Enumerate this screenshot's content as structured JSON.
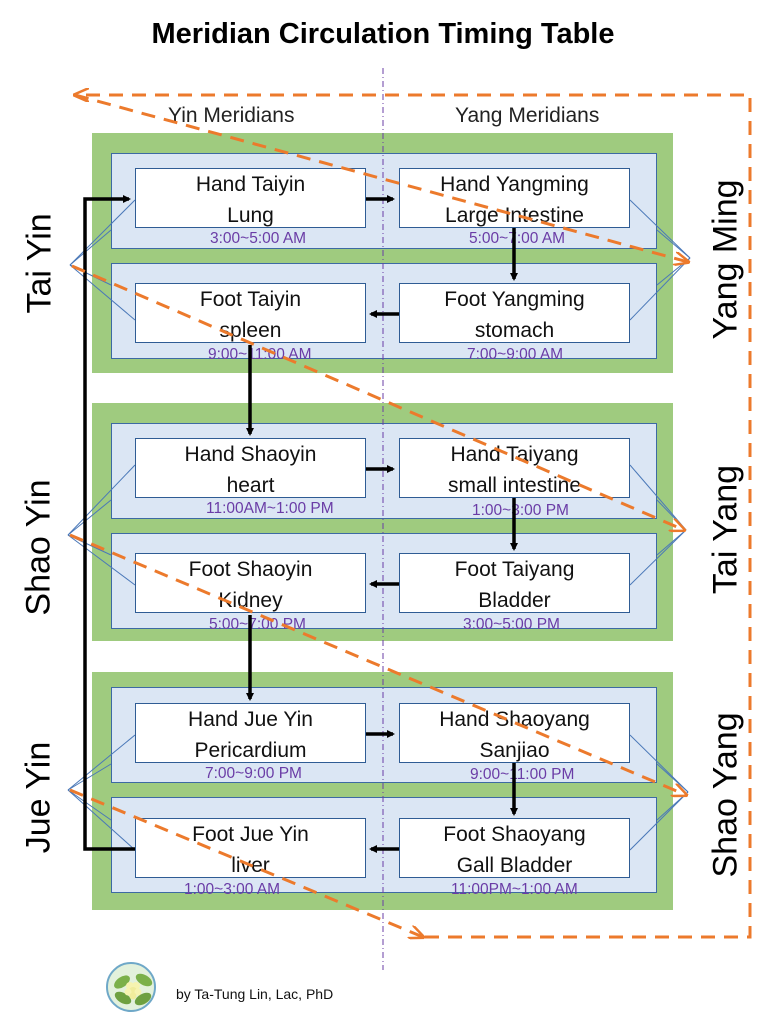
{
  "title": "Meridian Circulation Timing Table",
  "columns": {
    "yin": "Yin Meridians",
    "yang": "Yang Meridians"
  },
  "side_labels": {
    "left": [
      "Tai Yin",
      "Shao Yin",
      "Jue Yin"
    ],
    "right": [
      "Yang Ming",
      "Tai Yang",
      "Shao Yang"
    ]
  },
  "meridians": [
    {
      "line1": "Hand Taiyin",
      "line2": "Lung",
      "time": "3:00~5:00 AM"
    },
    {
      "line1": "Hand Yangming",
      "line2": "Large Intestine",
      "time": "5:00~7:00 AM"
    },
    {
      "line1": "Foot Taiyin",
      "line2": "spleen",
      "time": "9:00~11:00 AM"
    },
    {
      "line1": "Foot Yangming",
      "line2": "stomach",
      "time": "7:00~9:00 AM"
    },
    {
      "line1": "Hand Shaoyin",
      "line2": "heart",
      "time": "11:00AM~1:00 PM"
    },
    {
      "line1": "Hand Taiyang",
      "line2": "small intestine",
      "time": "1:00~3:00 PM"
    },
    {
      "line1": "Foot Shaoyin",
      "line2": "Kidney",
      "time": "5:00~7:00 PM"
    },
    {
      "line1": "Foot Taiyang",
      "line2": "Bladder",
      "time": "3:00~5:00 PM"
    },
    {
      "line1": "Hand Jue Yin",
      "line2": "Pericardium",
      "time": "7:00~9:00 PM"
    },
    {
      "line1": "Hand Shaoyang",
      "line2": "Sanjiao",
      "time": "9:00~11:00 PM"
    },
    {
      "line1": "Foot Jue Yin",
      "line2": "liver",
      "time": "1:00~3:00 AM"
    },
    {
      "line1": "Foot Shaoyang",
      "line2": "Gall Bladder",
      "time": "11:00PM~1:00 AM"
    }
  ],
  "colors": {
    "group_fill": "#9fcb7f",
    "row_fill": "#dbe6f4",
    "time_text": "#6a3ca6",
    "dashed_arrow": "#ec7a2c",
    "divider": "#6a3ca6"
  },
  "byline": "by  Ta-Tung Lin, Lac, PhD",
  "logo_icon": "flower-logo-icon"
}
